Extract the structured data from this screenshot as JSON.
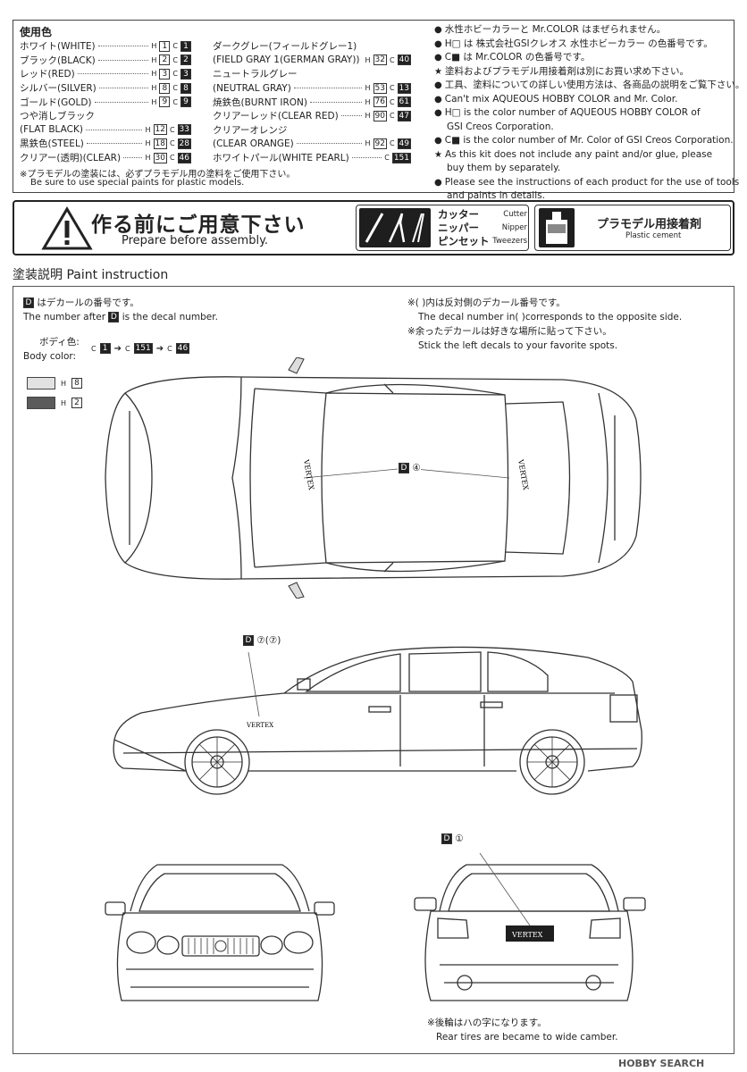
{
  "colors_box": {
    "title": "使用色",
    "left": [
      {
        "name": "ホワイト(WHITE)",
        "h": "1",
        "c": "1"
      },
      {
        "name": "ブラック(BLACK)",
        "h": "2",
        "c": "2"
      },
      {
        "name": "レッド(RED)",
        "h": "3",
        "c": "3"
      },
      {
        "name": "シルバー(SILVER)",
        "h": "8",
        "c": "8"
      },
      {
        "name": "ゴールド(GOLD)",
        "h": "9",
        "c": "9"
      },
      {
        "name": "つや消しブラック",
        "h": "",
        "c": ""
      },
      {
        "name": "(FLAT BLACK)",
        "h": "12",
        "c": "33"
      },
      {
        "name": "黒鉄色(STEEL)",
        "h": "18",
        "c": "28"
      },
      {
        "name": "クリアー(透明)(CLEAR)",
        "h": "30",
        "c": "46"
      }
    ],
    "right": [
      {
        "name": "ダークグレー(フィールドグレー1)",
        "h": "",
        "c": ""
      },
      {
        "name": "(FIELD GRAY 1(GERMAN GRAY))",
        "h": "32",
        "c": "40"
      },
      {
        "name": "ニュートラルグレー",
        "h": "",
        "c": ""
      },
      {
        "name": "(NEUTRAL GRAY)",
        "h": "53",
        "c": "13"
      },
      {
        "name": "焼鉄色(BURNT IRON)",
        "h": "76",
        "c": "61"
      },
      {
        "name": "クリアーレッド(CLEAR RED)",
        "h": "90",
        "c": "47"
      },
      {
        "name": "クリアーオレンジ",
        "h": "",
        "c": ""
      },
      {
        "name": "(CLEAR ORANGE)",
        "h": "92",
        "c": "49"
      },
      {
        "name": "ホワイトパール(WHITE PEARL)",
        "h": "",
        "c": "151"
      }
    ],
    "h_prefix": "H",
    "c_prefix": "C",
    "footer_jp": "※プラモデルの塗装には、必ずプラモデル用の塗料をご使用下さい。",
    "footer_en": "Be sure to use special paints for plastic models.",
    "notes": [
      "水性ホビーカラーと Mr.COLOR はまぜられません。",
      "H□ は 株式会社GSIクレオス 水性ホビーカラー の色番号です。",
      "C■ は Mr.COLOR の色番号です。",
      "塗料およびプラモデル用接着剤は別にお買い求め下さい。",
      "工具、塗料についての詳しい使用方法は、各商品の説明をご覧下さい。",
      "Can't mix AQUEOUS HOBBY COLOR and Mr. Color.",
      "H□ is the color number of AQUEOUS HOBBY COLOR of",
      "GSI Creos Corporation.",
      "C■ is the color number of Mr. Color of GSI Creos Corporation.",
      "As this kit does not include any paint and/or glue, please",
      "buy them by separately.",
      "Please see the instructions of each product for the use of tools",
      "and paints in details."
    ]
  },
  "prepare": {
    "title_jp": "作る前にご用意下さい",
    "title_en": "Prepare before assembly.",
    "tools": [
      {
        "jp": "カッター",
        "en": "Cutter"
      },
      {
        "jp": "ニッパー",
        "en": "Nipper"
      },
      {
        "jp": "ピンセット",
        "en": "Tweezers"
      }
    ],
    "cement_jp": "プラモデル用接着剤",
    "cement_en": "Plastic cement"
  },
  "paint": {
    "heading": "塗装説明 Paint instruction",
    "decal_jp": "はデカールの番号です。",
    "decal_en_pre": "The number after",
    "decal_en_post": "is the decal number.",
    "decal_letter": "D",
    "opposite_jp": "※(  )内は反対側のデカール番号です。",
    "opposite_en": "The decal number in(    )corresponds to the opposite side.",
    "extra_jp": "※余ったデカールは好きな場所に貼って下さい。",
    "extra_en": "Stick the left decals to your favorite spots.",
    "body_color_jp": "ボディ色:",
    "body_color_en": "Body color:",
    "body_codes": [
      "1",
      "151",
      "46"
    ],
    "swatches": [
      {
        "code": "8",
        "color": "#e2e2e2"
      },
      {
        "code": "2",
        "color": "#5b5b5b"
      }
    ],
    "decal_top": "④",
    "decal_side": "⑦(⑦)",
    "decal_rear": "①",
    "brand_text": "VERTEX",
    "rear_note_jp": "※後輪はハの字になります。",
    "rear_note_en": "Rear tires are became to wide camber.",
    "watermark": "HOBBY SEARCH"
  }
}
